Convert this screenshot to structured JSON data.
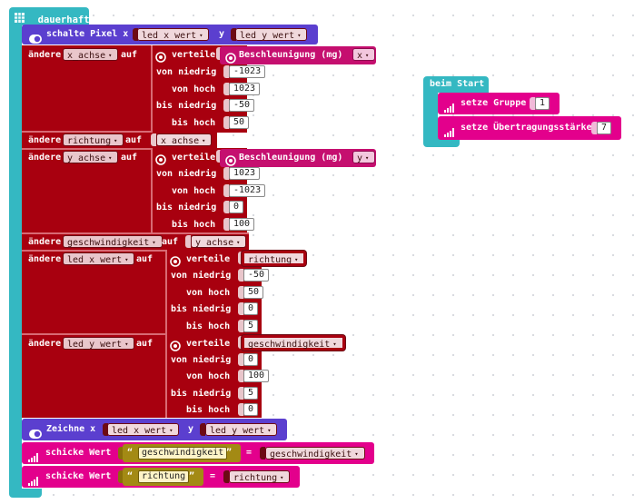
{
  "forever": {
    "title": "dauerhaft",
    "plot_label": "schalte Pixel x",
    "plot_x_var": "led_x_wert",
    "plot_y_label": "y",
    "plot_y_var": "led_y_wert",
    "set_label": "ändere",
    "auf_label": "auf",
    "map_label": "verteile",
    "accel_label": "Beschleunigung (mg)",
    "from_low_label": "von niedrig",
    "from_high_label": "von hoch",
    "to_low_label": "bis niedrig",
    "to_high_label": "bis hoch",
    "set1": {
      "var": "x_achse",
      "axis": "x",
      "from_low": "-1023",
      "from_high": "1023",
      "to_low": "-50",
      "to_high": "50"
    },
    "set2": {
      "var": "richtung",
      "value": "x_achse"
    },
    "set3": {
      "var": "y_achse",
      "axis": "y",
      "from_low": "1023",
      "from_high": "-1023",
      "to_low": "0",
      "to_high": "100"
    },
    "set4": {
      "var": "geschwindigkeit",
      "value": "y_achse"
    },
    "set5": {
      "var": "led_x_wert",
      "source": "richtung",
      "from_low": "-50",
      "from_high": "50",
      "to_low": "0",
      "to_high": "5"
    },
    "set6": {
      "var": "led_y_wert",
      "source": "geschwindigkeit",
      "from_low": "0",
      "from_high": "100",
      "to_low": "5",
      "to_high": "0"
    },
    "draw_label": "Zeichne x",
    "draw_x_var": "led_x_wert",
    "draw_y_label": "y",
    "draw_y_var": "led_y_wert",
    "send_label": "schicke Wert",
    "send1": {
      "name": "geschwindigkeit",
      "eq": "=",
      "var": "geschwindigkeit"
    },
    "send2": {
      "name": "richtung",
      "eq": "=",
      "var": "richtung"
    }
  },
  "on_start": {
    "title": "beim Start",
    "group_label": "setze Gruppe",
    "group_value": "1",
    "power_label": "setze Übertragungsstärke",
    "power_value": "7"
  },
  "icons": {
    "forever": "grid-icon",
    "led": "toggle-icon",
    "accel": "target-icon",
    "radio": "signal-bars-icon"
  },
  "colors": {
    "basic": "#1e90ff",
    "loops_teal": "#20b5be",
    "variables": "#a8000f",
    "led": "#5c2ec8",
    "input": "#c50f6f",
    "radio": "#e3008c",
    "text": "#a38a14"
  }
}
